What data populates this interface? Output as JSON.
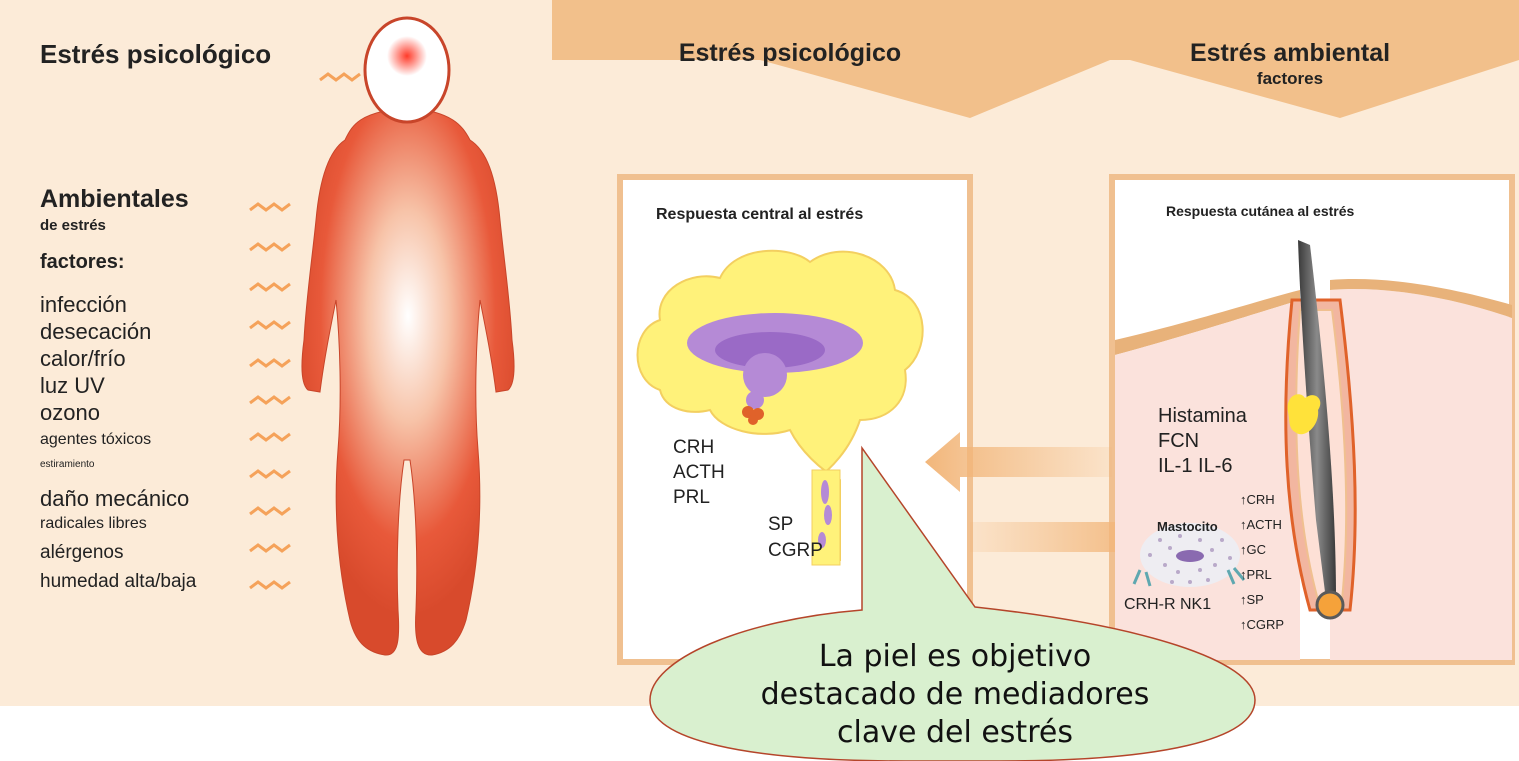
{
  "header": {
    "left_title": "Estrés psicológico",
    "center_title": "Estrés psicológico",
    "right_title_line1": "Estrés ambiental",
    "right_title_line2": "factores"
  },
  "left_panel": {
    "heading_line1": "Ambientales",
    "heading_line2": "de estrés",
    "heading_line3": "factores:",
    "stressors": [
      "infección",
      "desecación",
      "calor/frío",
      "luz UV",
      "ozono",
      "agentes tóxicos",
      "estiramiento",
      "daño mecánico",
      "radicales libres",
      "alérgenos",
      "humedad alta/baja"
    ]
  },
  "central_box": {
    "title": "Respuesta central al estrés",
    "hormones": [
      "CRH",
      "ACTH",
      "PRL"
    ],
    "neuro": [
      "SP",
      "CGRP"
    ]
  },
  "skin_box": {
    "title": "Respuesta cutánea al estrés",
    "mediators": [
      "Histamina",
      "FCN",
      "IL-1 IL-6"
    ],
    "mast_cell_label": "Mastocito",
    "receptors": "CRH-R NK1",
    "up_list": [
      "↑CRH",
      "↑ACTH",
      "↑GC",
      "↑PRL",
      "↑SP",
      "↑CGRP"
    ]
  },
  "callout": {
    "lines": [
      "La piel es objetivo",
      "destacado de mediadores",
      "clave del estrés"
    ]
  },
  "colors": {
    "background": "#fcebd8",
    "banner": "#f2c08b",
    "body": "#e8593a",
    "box_border": "#f0c090",
    "brain": "#fff27a",
    "callout_fill": "#d9f0cf",
    "callout_border": "#b5452a"
  }
}
